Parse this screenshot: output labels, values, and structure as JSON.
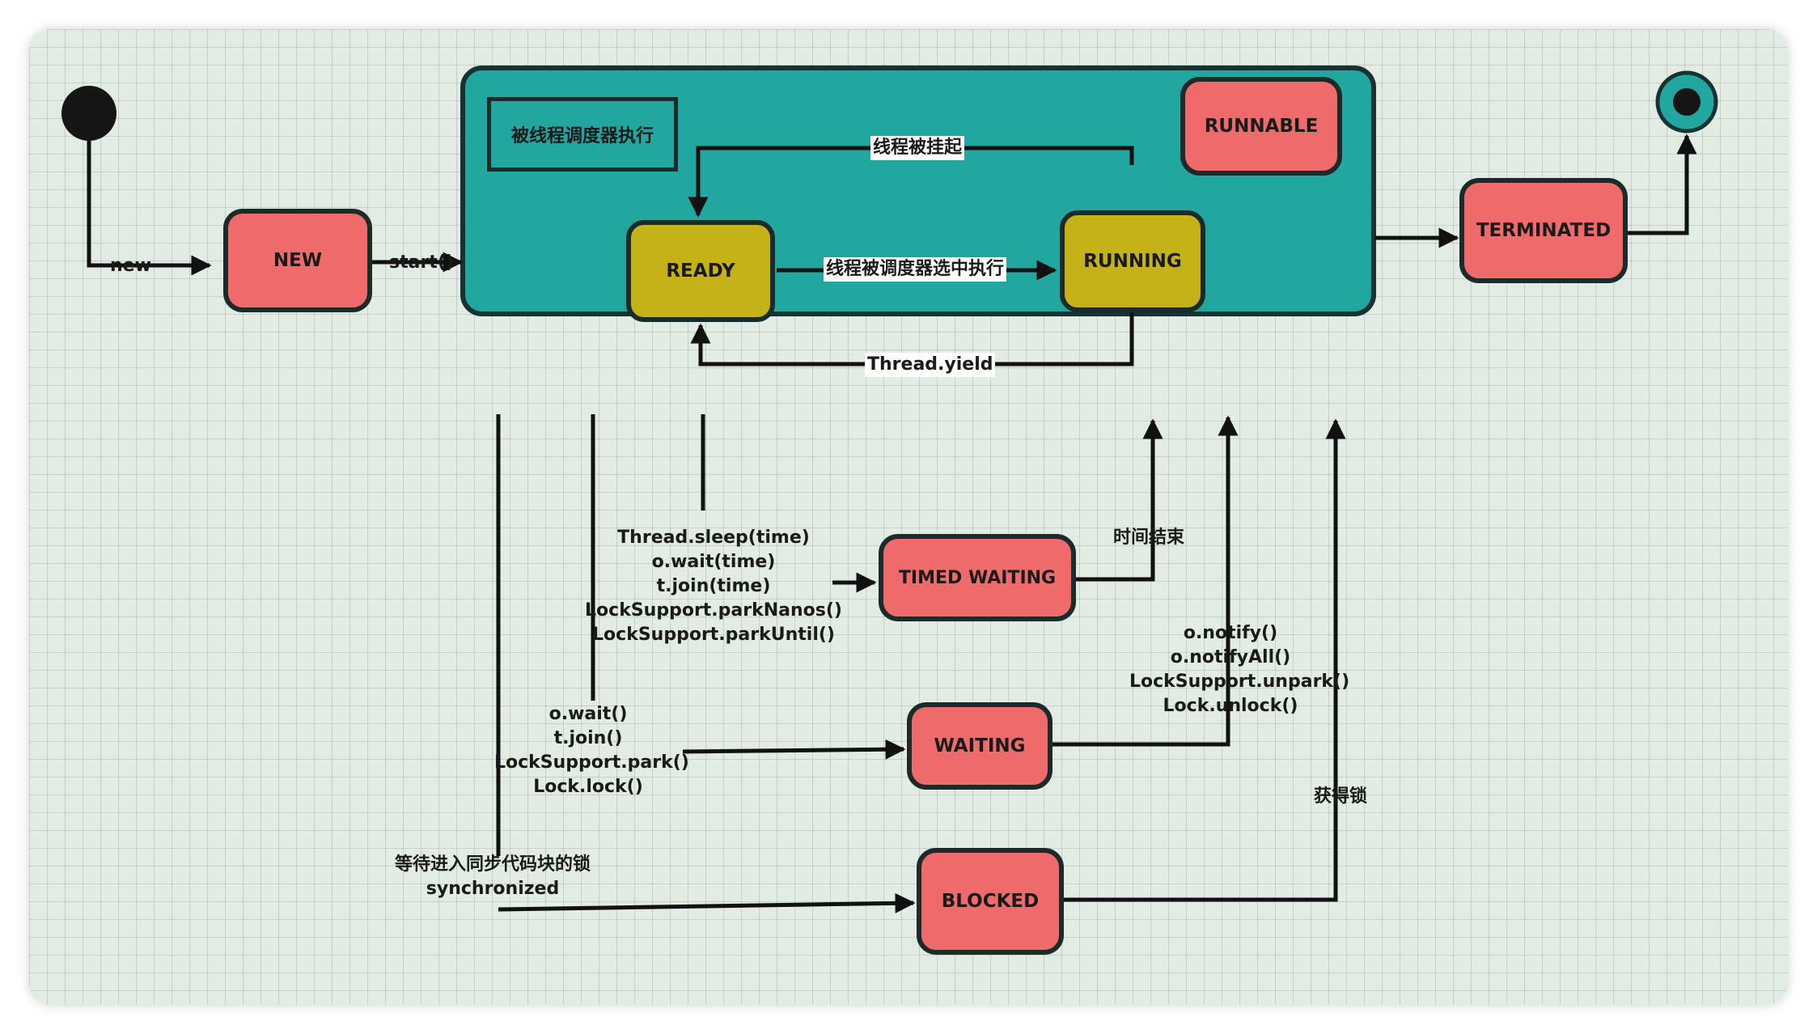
{
  "diagram": {
    "runnable_region_title": "被线程调度器执行",
    "states": {
      "new": "NEW",
      "runnable": "RUNNABLE",
      "ready": "READY",
      "running": "RUNNING",
      "terminated": "TERMINATED",
      "timed_waiting": "TIMED WAITING",
      "waiting": "WAITING",
      "blocked": "BLOCKED"
    },
    "transitions": {
      "new": "new",
      "start": "start()",
      "suspended": "线程被挂起",
      "selected": "线程被调度器选中执行",
      "yield": "Thread.yield",
      "time_up": "时间结束",
      "get_lock": "获得锁",
      "timed_waiting_calls": [
        "Thread.sleep(time)",
        "o.wait(time)",
        "t.join(time)",
        "LockSupport.parkNanos()",
        "LockSupport.parkUntil()"
      ],
      "notify_calls": [
        "o.notify()",
        "o.notifyAll()",
        "LockSupport.unpark()",
        "Lock.unlock()"
      ],
      "waiting_calls": [
        "o.wait()",
        "t.join()",
        "LockSupport.park()",
        "Lock.lock()"
      ],
      "blocked_calls": [
        "等待进入同步代码块的锁",
        "synchronized"
      ]
    },
    "colors": {
      "runnable_region": "#22a6a0",
      "state_red": "#ef6b6b",
      "state_yellow": "#c4b218",
      "line": "#111111"
    }
  }
}
